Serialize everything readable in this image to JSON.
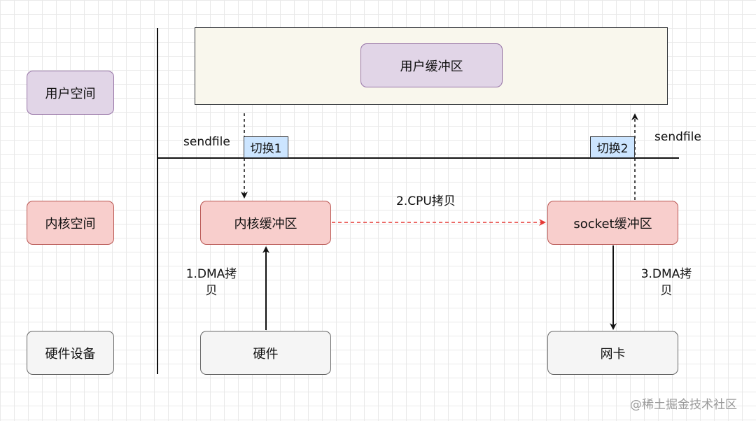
{
  "row_labels": {
    "user_space": "用户空间",
    "kernel_space": "内核空间",
    "hardware": "硬件设备"
  },
  "nodes": {
    "user_buffer": "用户缓冲区",
    "kernel_buffer": "内核缓冲区",
    "socket_buffer": "socket缓冲区",
    "hardware": "硬件",
    "nic": "网卡"
  },
  "switches": {
    "switch1": "切换1",
    "switch2": "切换2"
  },
  "edge_labels": {
    "sendfile_left": "sendfile",
    "sendfile_right": "sendfile",
    "cpu_copy": "2.CPU拷贝",
    "dma_copy_1": "1.DMA拷贝",
    "dma_copy_3": "3.DMA拷贝"
  },
  "watermark": "@稀土掘金技术社区",
  "colors": {
    "purple_fill": "#e1d5e7",
    "red_fill": "#f8cecc",
    "gray_fill": "#f5f5f5",
    "region_fill": "#f9f7ed",
    "tag_fill": "#cce5ff",
    "cpu_arrow": "#e53935"
  }
}
